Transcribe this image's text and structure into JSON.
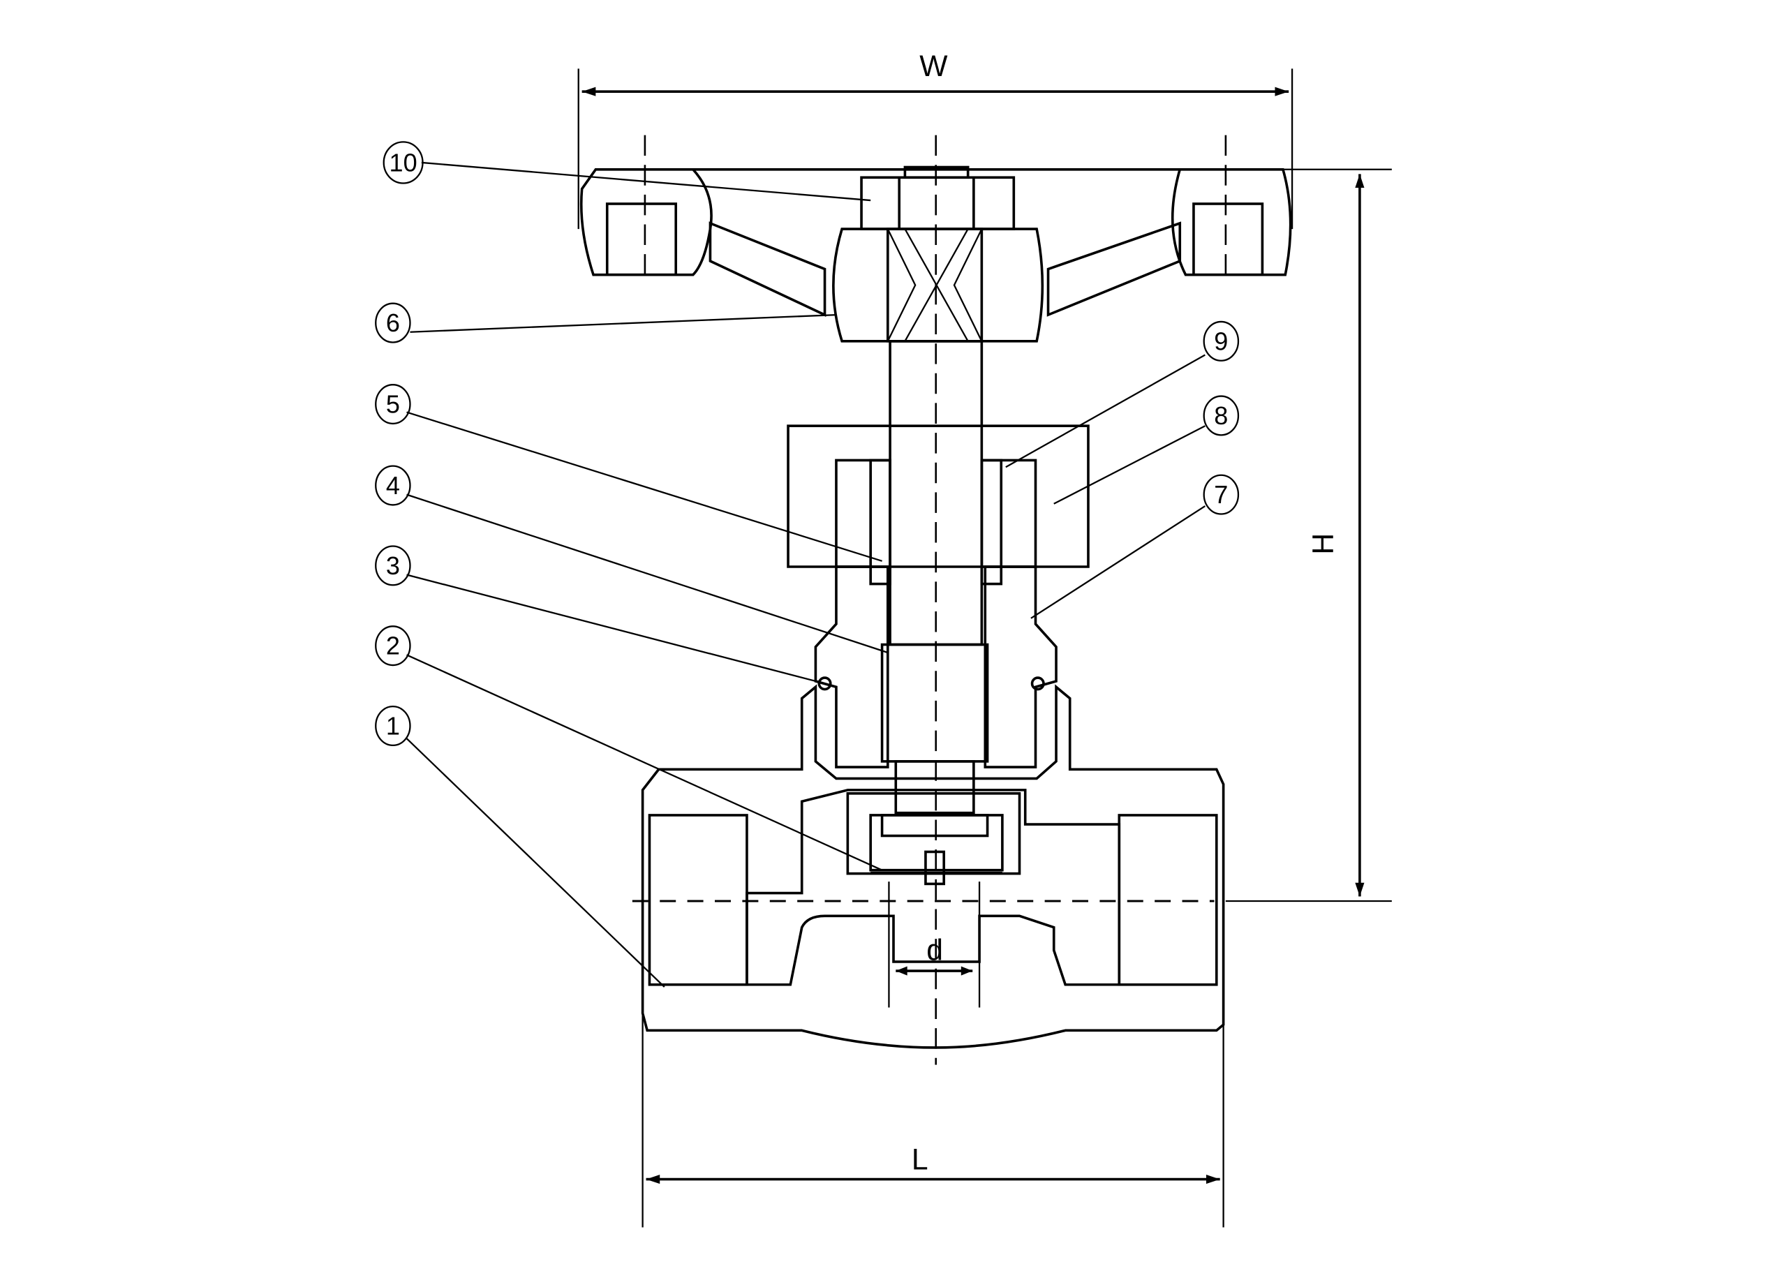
{
  "title": "Needle valve sectional drawing",
  "dimensions": {
    "width_label": "W",
    "height_label": "H",
    "length_label": "L",
    "bore_label": "d"
  },
  "balloons": [
    {
      "id": "1"
    },
    {
      "id": "2"
    },
    {
      "id": "3"
    },
    {
      "id": "4"
    },
    {
      "id": "5"
    },
    {
      "id": "6"
    },
    {
      "id": "7"
    },
    {
      "id": "8"
    },
    {
      "id": "9"
    },
    {
      "id": "10"
    }
  ],
  "colors": {
    "line": "#000000",
    "background": "#ffffff"
  }
}
